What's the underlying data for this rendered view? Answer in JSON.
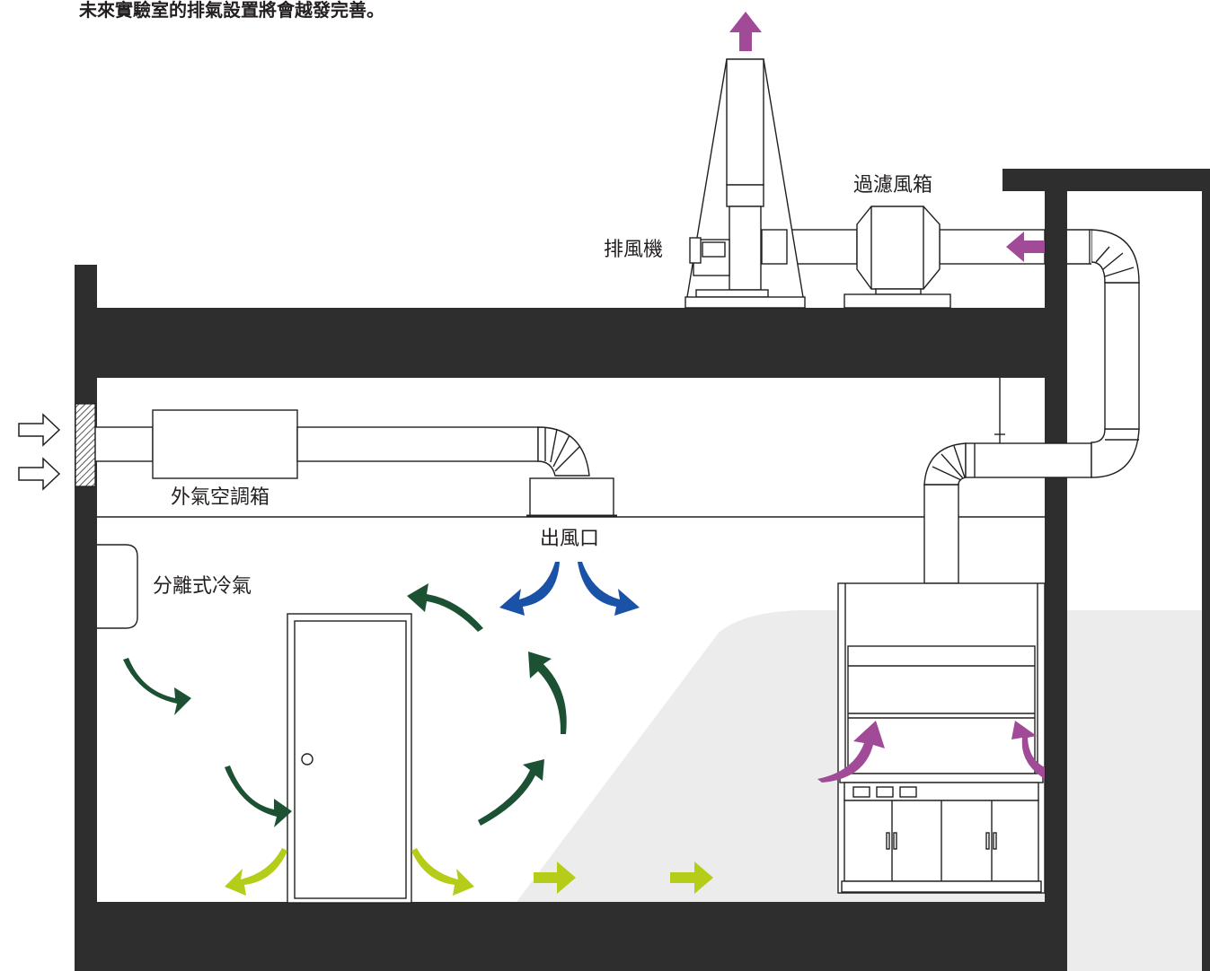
{
  "caption": "未來實驗室的排氣設置將會越發完善。",
  "labels": {
    "exhaust_fan": "排風機",
    "filter_box": "過濾風箱",
    "fresh_air_unit": "外氣空調箱",
    "air_outlet": "出風口",
    "split_ac": "分離式冷氣"
  },
  "colors": {
    "wall": "#2e2e2e",
    "exhaust_flow": "#a04a98",
    "supply_flow": "#1a52a8",
    "circulation_flow": "#1c5233",
    "floor_flow": "#b5cc18",
    "shade": "#ececec",
    "line": "#231f20"
  },
  "icons": [
    "intake-arrow-icon",
    "exhaust-arrow-icon",
    "flow-arrow-icon"
  ]
}
